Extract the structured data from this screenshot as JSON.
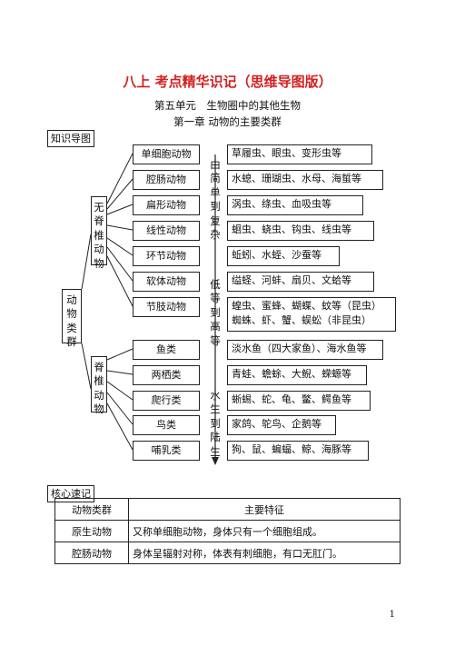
{
  "header": {
    "title": "八上 考点精华识记（思维导图版）",
    "unit": "第五单元　生物圈中的其他生物",
    "chapter": "第一章 动物的主要类群"
  },
  "mindmap": {
    "section_label": "知识导图",
    "root": "动物类群",
    "invertebrates": {
      "label": "无脊椎动物",
      "groups": [
        {
          "name": "单细胞动物",
          "examples": "草履虫、眼虫、变形虫等"
        },
        {
          "name": "腔肠动物",
          "examples": "水螅、珊瑚虫、水母、海蜇等"
        },
        {
          "name": "扁形动物",
          "examples": "涡虫、绦虫、血吸虫等"
        },
        {
          "name": "线性动物",
          "examples": "蛔虫、蛲虫、钩虫、线虫等"
        },
        {
          "name": "环节动物",
          "examples": "蚯蚓、水蛭、沙蚕等"
        },
        {
          "name": "软体动物",
          "examples": "缢蛏、河蚌、扇贝、文蛤等"
        },
        {
          "name": "节肢动物",
          "examples_line1": "蝗虫、蜜蜂、蝴蝶、蚊等（昆虫）",
          "examples_line2": "蜘蛛、虾、蟹、蜈蚣（非昆虫）"
        }
      ]
    },
    "vertebrates": {
      "label": "脊椎动物",
      "groups": [
        {
          "name": "鱼类",
          "examples": "淡水鱼（四大家鱼）、海水鱼等"
        },
        {
          "name": "两栖类",
          "examples": "青蛙、蟾蜍、大鲵、蝾螈等"
        },
        {
          "name": "爬行类",
          "examples": "蜥蜴、蛇、龟、鳖、鳄鱼等"
        },
        {
          "name": "鸟类",
          "examples": "家鸽、鸵鸟、企鹅等"
        },
        {
          "name": "哺乳类",
          "examples": "狗、鼠、蝙蝠、鲸、海豚等"
        }
      ]
    },
    "trend": {
      "part1": "由简单到复杂",
      "part2": "低等到高等",
      "part3": "水生到陆生"
    }
  },
  "core": {
    "section_label": "核心速记",
    "table": {
      "headers": [
        "动物类群",
        "主要特征"
      ],
      "rows": [
        [
          "原生动物",
          "又称单细胞动物，身体只有一个细胞组成。"
        ],
        [
          "腔肠动物",
          "身体呈辐射对称，体表有刺细胞，有口无肛门。"
        ]
      ]
    }
  },
  "footer": {
    "page_number": "1"
  }
}
